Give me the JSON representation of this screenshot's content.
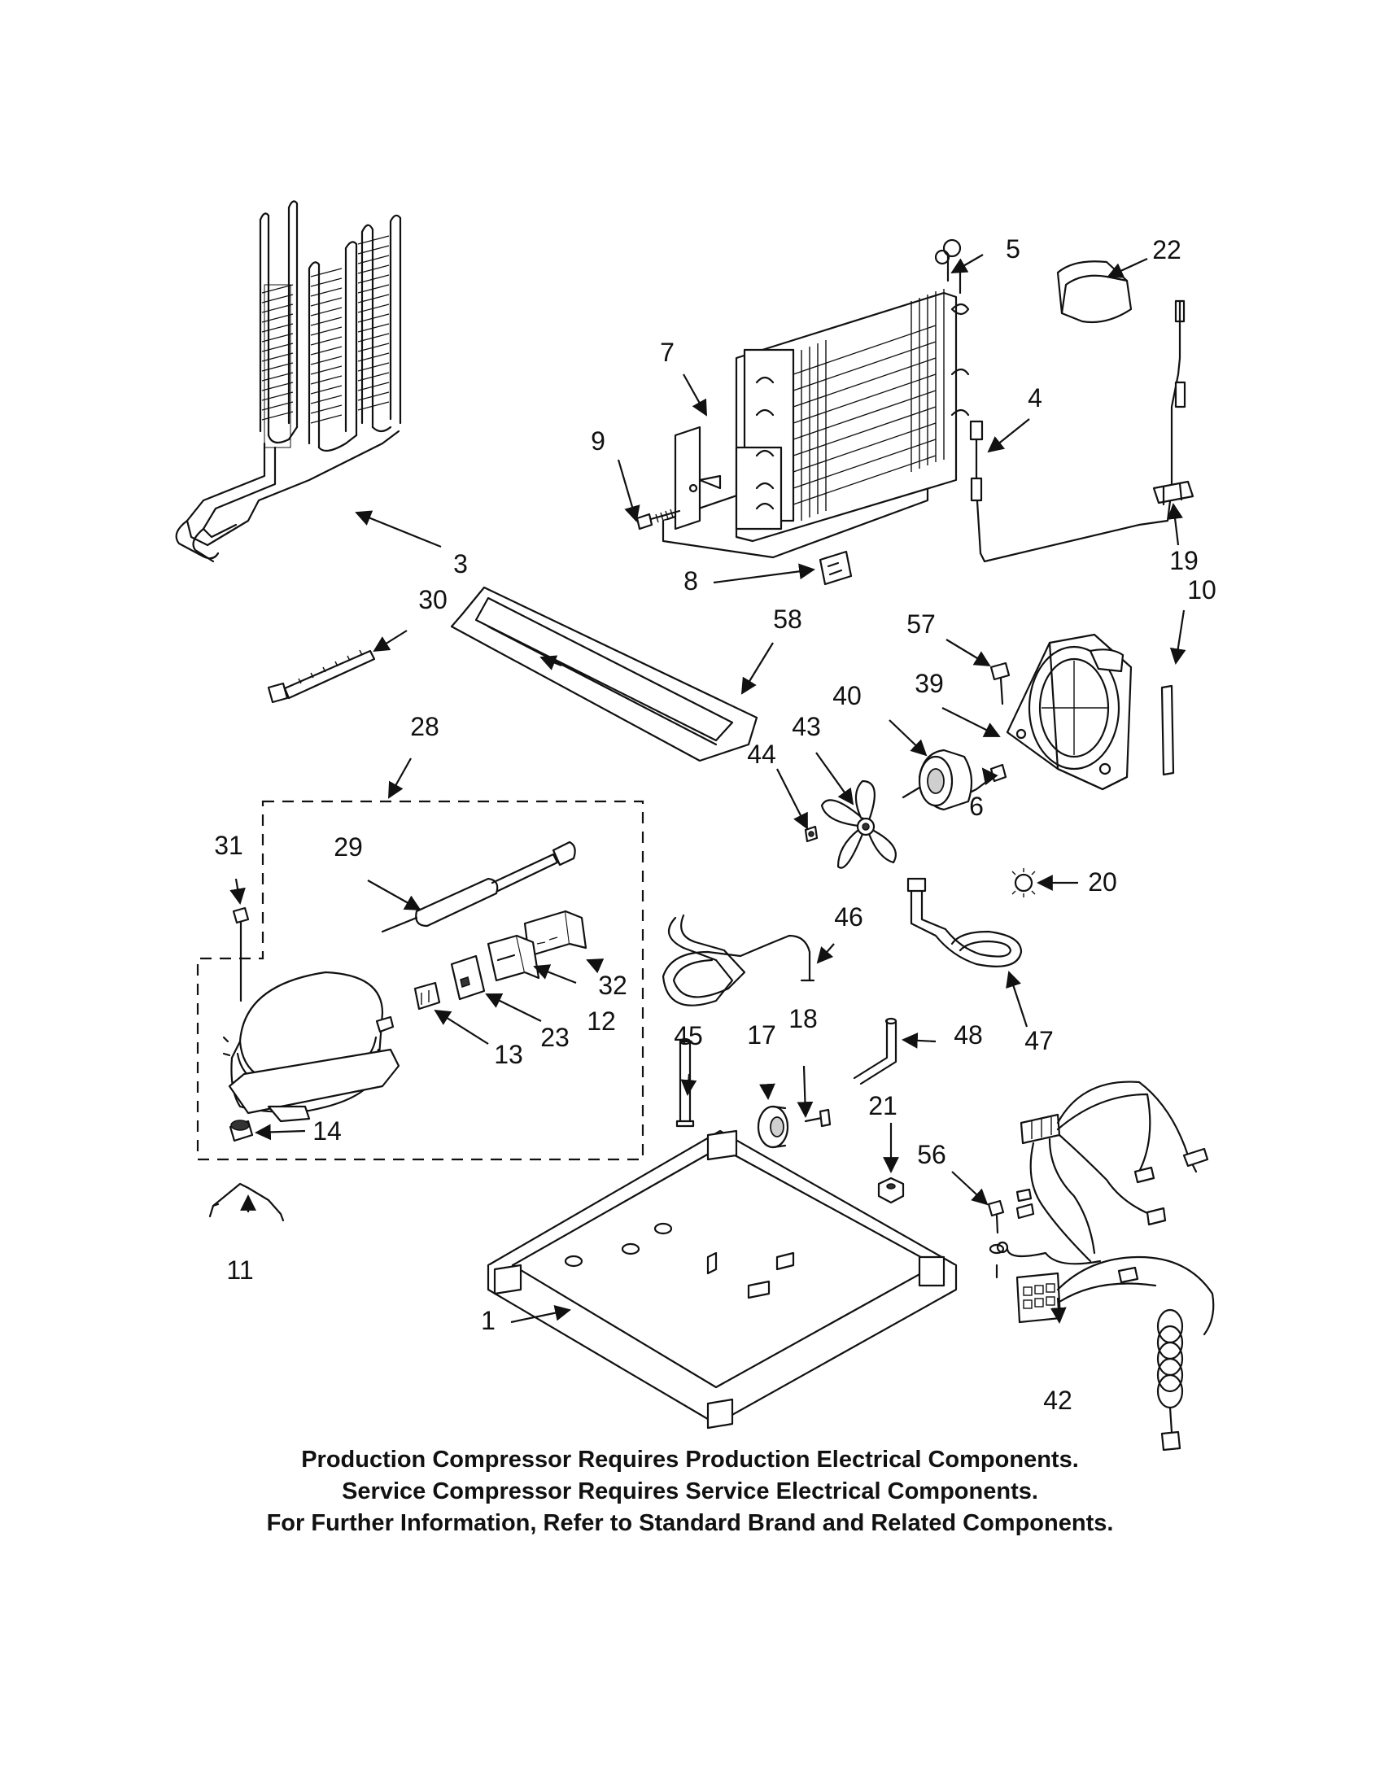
{
  "callouts": {
    "c1": "1",
    "c3": "3",
    "c4": "4",
    "c5": "5",
    "c6": "6",
    "c7": "7",
    "c8": "8",
    "c9": "9",
    "c10": "10",
    "c11": "11",
    "c12": "12",
    "c13": "13",
    "c14": "14",
    "c17": "17",
    "c18": "18",
    "c19": "19",
    "c20": "20",
    "c21": "21",
    "c22": "22",
    "c23": "23",
    "c28": "28",
    "c29": "29",
    "c30": "30",
    "c31": "31",
    "c32": "32",
    "c39": "39",
    "c40": "40",
    "c42": "42",
    "c43": "43",
    "c44": "44",
    "c45": "45",
    "c46": "46",
    "c47": "47",
    "c48": "48",
    "c56": "56",
    "c57": "57",
    "c58": "58"
  },
  "notes": [
    "Production Compressor Requires Production Electrical Components.",
    "Service Compressor Requires Service Electrical Components.",
    "For Further Information, Refer to Standard Brand and Related Components."
  ]
}
